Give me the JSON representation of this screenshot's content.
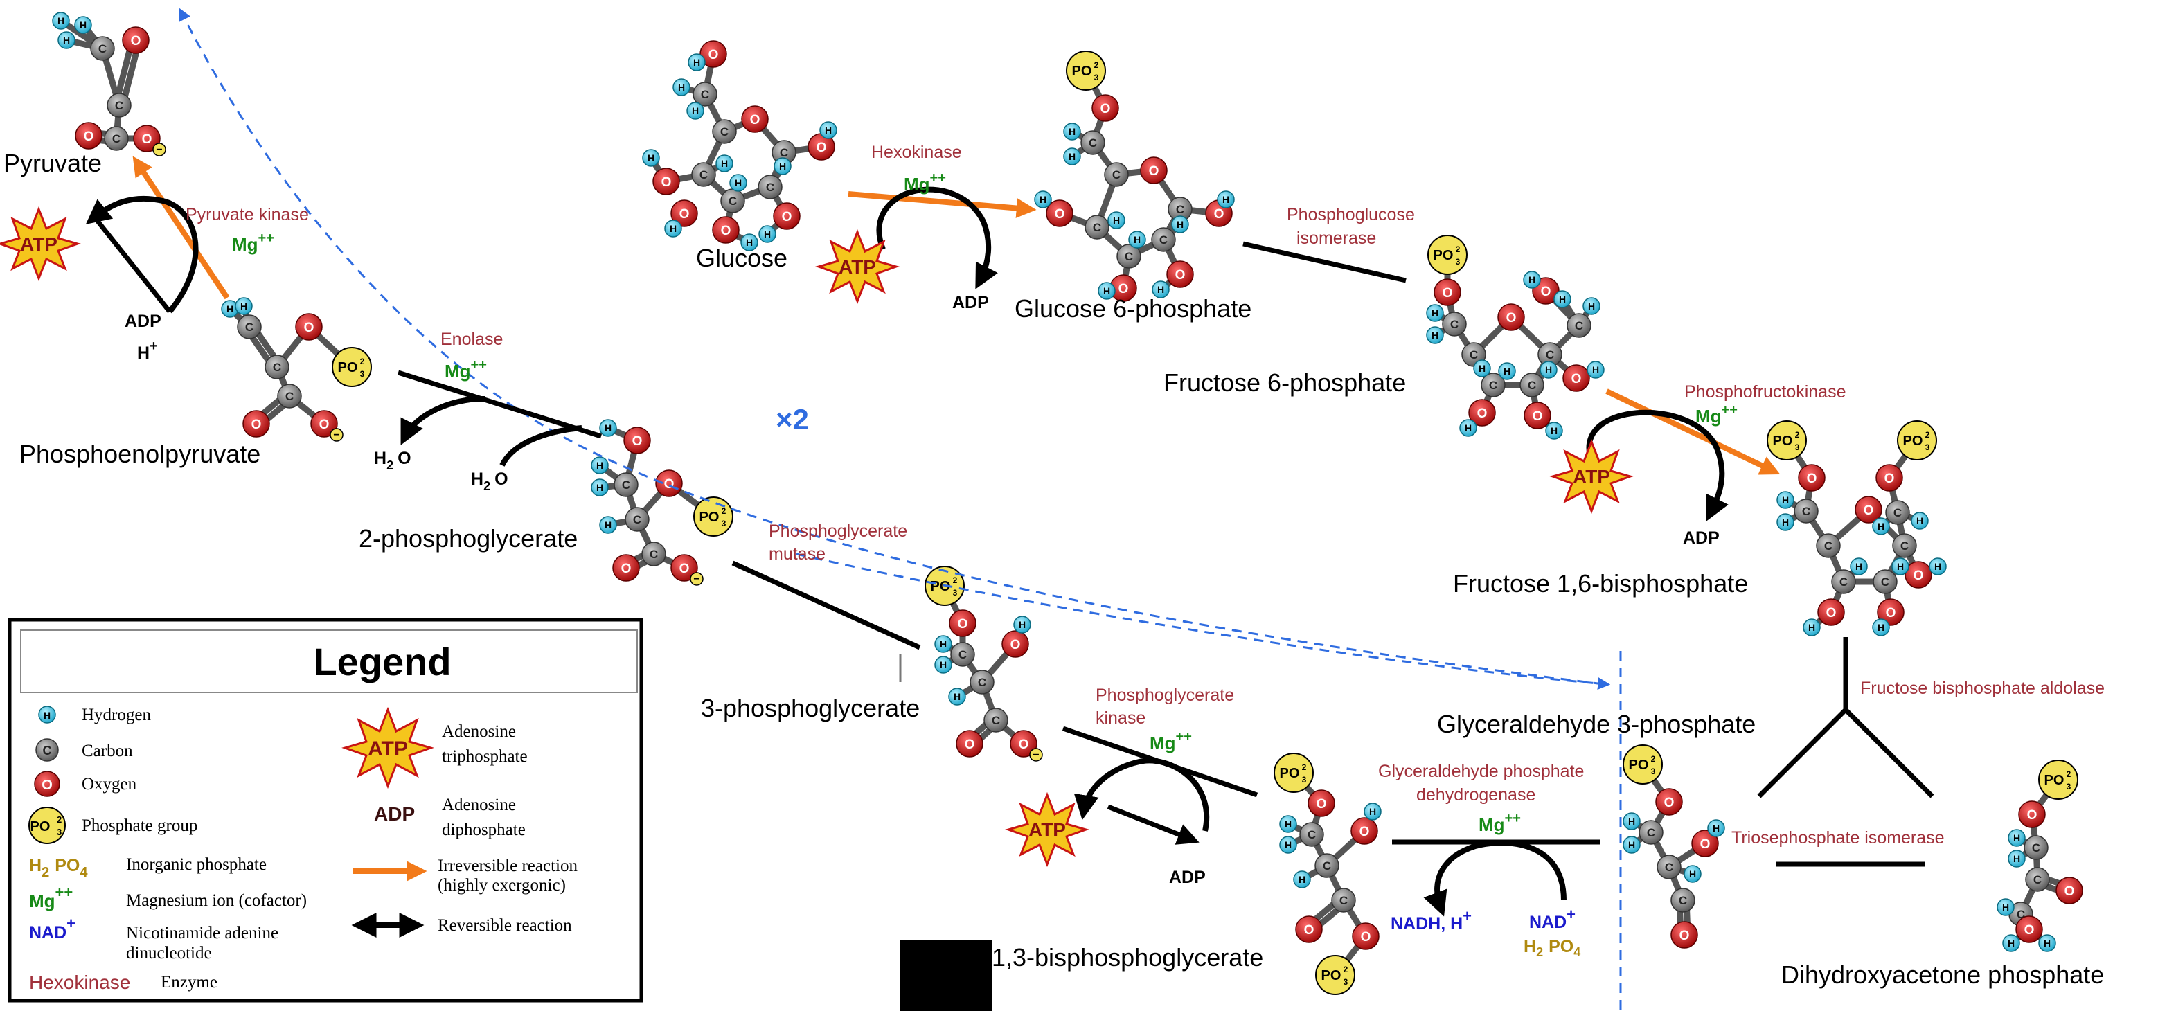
{
  "metabolites": {
    "pyruvate": "Pyruvate",
    "pep": "Phosphoenolpyruvate",
    "pg2": "2-phosphoglycerate",
    "pg3": "3-phosphoglycerate",
    "bpg": "1,3-bisphosphoglycerate",
    "glucose": "Glucose",
    "g6p": "Glucose 6-phosphate",
    "f6p": "Fructose 6-phosphate",
    "f16bp": "Fructose 1,6-bisphosphate",
    "g3p": "Glyceraldehyde 3-phosphate",
    "dhap": "Dihydroxyacetone phosphate"
  },
  "enzymes": {
    "hexokinase": "Hexokinase",
    "pgi_1": "Phosphoglucose",
    "pgi_2": "isomerase",
    "pfk": "Phosphofructokinase",
    "aldolase": "Fructose bisphosphate aldolase",
    "tpi": "Triosephosphate isomerase",
    "gapdh_1": "Glyceraldehyde phosphate",
    "gapdh_2": "dehydrogenase",
    "pgk_1": "Phosphoglycerate",
    "pgk_2": "kinase",
    "pgm_1": "Phosphoglycerate",
    "pgm_2": "mutase",
    "enolase": "Enolase",
    "pk": "Pyruvate kinase"
  },
  "cofactors": {
    "mg": "Mg",
    "mg_charge": "++",
    "atp": "ATP",
    "adp": "ADP",
    "h": "H",
    "plus": "+",
    "water_h": "H",
    "water_sub": "2",
    "water_o": "O",
    "nadh": "NADH, H",
    "nad": "NAD",
    "pi_h": "H",
    "pi_2": "2",
    "pi_po": "PO",
    "pi_4": "4",
    "times_two": "×2"
  },
  "atoms": {
    "h": "H",
    "c": "C",
    "o": "O",
    "po": "PO",
    "po_sup": "2",
    "po_sub": "3",
    "minus": "−"
  },
  "legend": {
    "title": "Legend",
    "hydrogen": "Hydrogen",
    "carbon": "Carbon",
    "oxygen": "Oxygen",
    "phosphate": "Phosphate group",
    "pi_label": "Inorganic phosphate",
    "mg_label": "Magnesium ion (cofactor)",
    "nad_label_1": "Nicotinamide adenine",
    "nad_label_2": "dinucleotide",
    "enzyme_name": "Hexokinase",
    "enzyme_label": "Enzyme",
    "atp_label_1": "Adenosine",
    "atp_label_2": "triphosphate",
    "adp_label_1": "Adenosine",
    "adp_label_2": "diphosphate",
    "irrev_1": "Irreversible reaction",
    "irrev_2": "(highly exergonic)",
    "rev": "Reversible reaction"
  },
  "colors": {
    "hydrogen": "#33c6e0",
    "carbon": "#777777",
    "oxygen": "#c81414",
    "phosphate": "#f2e25a",
    "enzyme": "#a0303a",
    "magnesium": "#178a17",
    "nad": "#1a1acc",
    "pi": "#b08a10",
    "irreversible": "#f27a1a",
    "dashed_arrow": "#2f6ce0",
    "atp_star": "#f5c51c"
  }
}
